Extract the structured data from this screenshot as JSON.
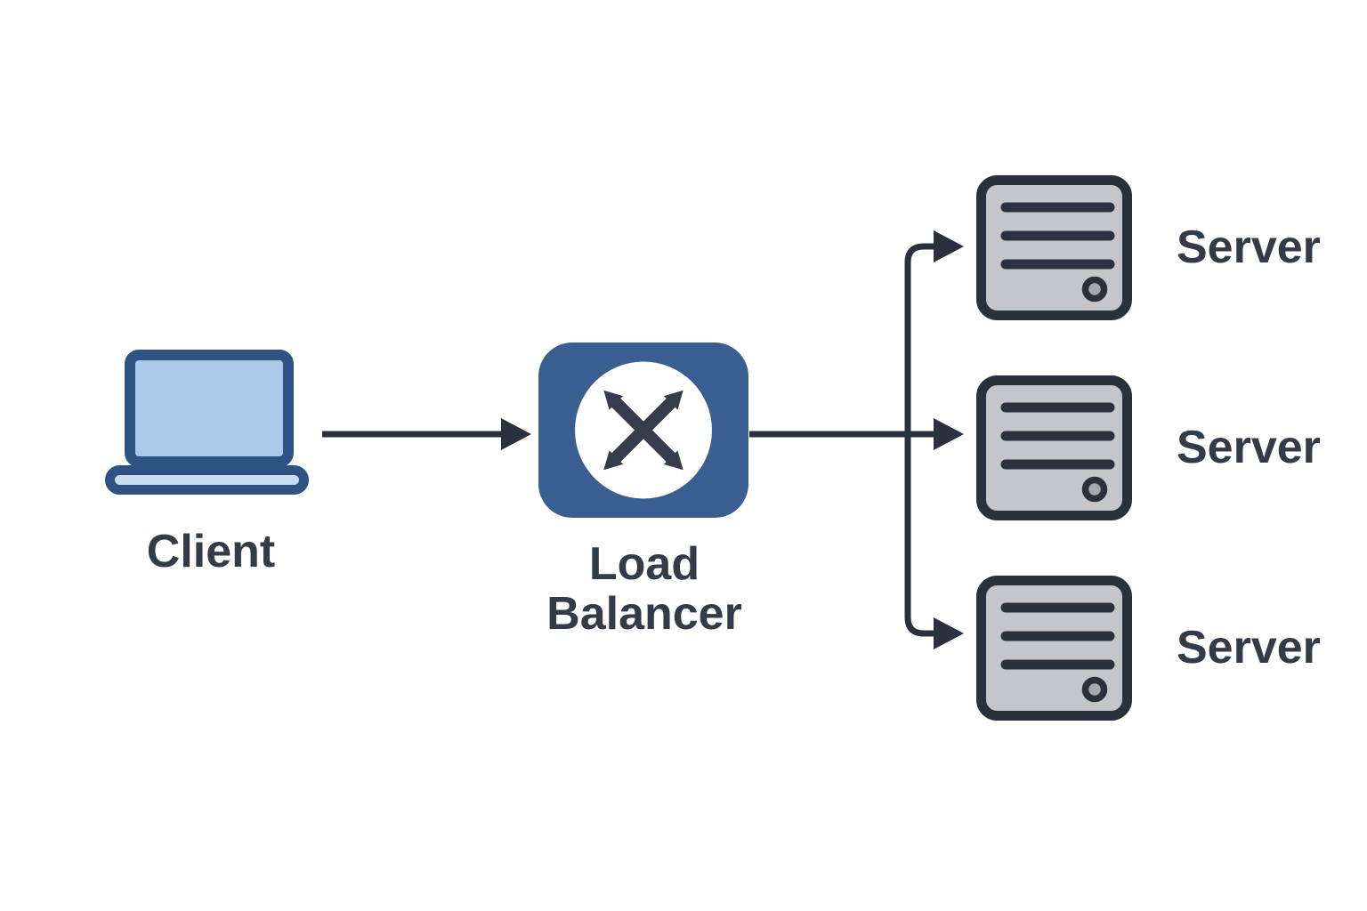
{
  "diagram": {
    "type": "load-balancer-architecture",
    "client": {
      "label": "Client",
      "icon": "laptop-icon"
    },
    "load_balancer": {
      "label_line1": "Load",
      "label_line2": "Balancer",
      "icon": "cross-arrows-icon"
    },
    "servers": [
      {
        "label": "Server",
        "icon": "server-rack-icon"
      },
      {
        "label": "Server",
        "icon": "server-rack-icon"
      },
      {
        "label": "Server",
        "icon": "server-rack-icon"
      }
    ],
    "connections": [
      "client -> load_balancer",
      "load_balancer -> server_1",
      "load_balancer -> server_2",
      "load_balancer -> server_3"
    ]
  },
  "colors": {
    "background": "#ffffff",
    "laptop_border": "#2e5282",
    "laptop_screen": "#a9c9e9",
    "laptop_base": "#c8dcf2",
    "lb_box": "#3a5e90",
    "lb_circle": "#ffffff",
    "lb_icon": "#363d4a",
    "server_fill": "#c4c6cc",
    "server_dot_center": "#a6a9b0",
    "ink": "#2b313c",
    "label_text": "#333b48"
  }
}
